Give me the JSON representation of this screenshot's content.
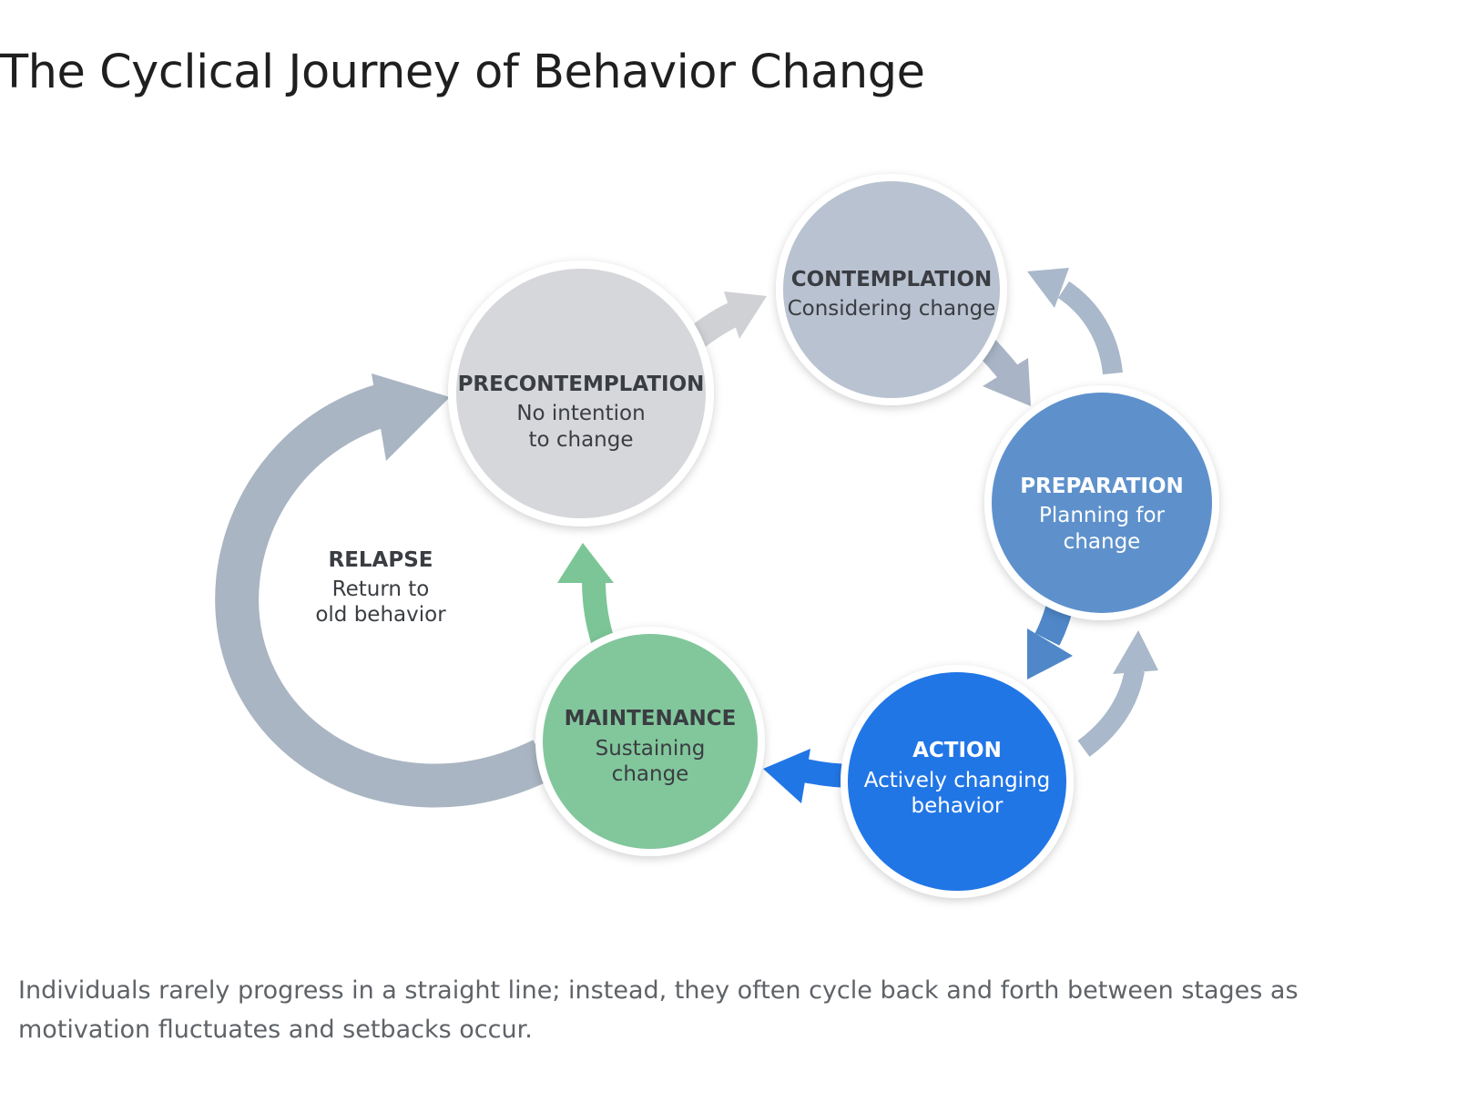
{
  "title": "The Cyclical Journey of Behavior Change",
  "caption": "Individuals rarely progress in a straight line; instead, they often cycle back and forth between stages as motivation fluctuates and setbacks occur.",
  "colors": {
    "precontemplation": "#d6d7da",
    "contemplation": "#b8c2d0",
    "preparation": "#5e91cc",
    "action": "#2176e6",
    "maintenance": "#82c79c",
    "relapse_arrow": "#a9b5c2",
    "minor_arrow": "#a9b8ca",
    "precon_to_con_arrow": "#cfd1d5",
    "maintenance_arrow": "#7cc596",
    "action_arrow": "#2176e6",
    "prep_arrow": "#4f87c9",
    "con_arrow": "#a9b5c6",
    "dark_text": "#3a3d42",
    "light_text": "#ffffff"
  },
  "stages": {
    "precontemplation": {
      "name": "PRECONTEMPLATION",
      "desc_line1": "No intention",
      "desc_line2": "to change"
    },
    "contemplation": {
      "name": "CONTEMPLATION",
      "desc_line1": "Considering change"
    },
    "preparation": {
      "name": "PREPARATION",
      "desc_line1": "Planning for",
      "desc_line2": "change"
    },
    "action": {
      "name": "ACTION",
      "desc_line1": "Actively changing",
      "desc_line2": "behavior"
    },
    "maintenance": {
      "name": "MAINTENANCE",
      "desc_line1": "Sustaining",
      "desc_line2": "change"
    }
  },
  "relapse": {
    "name": "RELAPSE",
    "desc_line1": "Return to",
    "desc_line2": "old behavior"
  }
}
